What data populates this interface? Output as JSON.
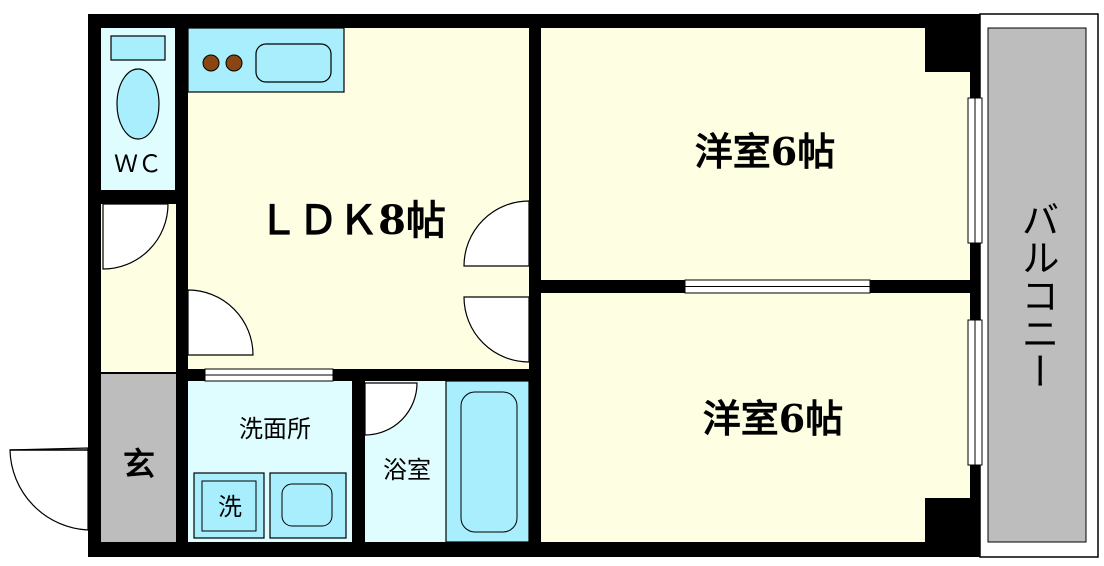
{
  "plan": {
    "rooms": {
      "wc": "ＷＣ",
      "ldk": "ＬＤＫ8帖",
      "bedroom_north": "洋室6帖",
      "bedroom_south": "洋室6帖",
      "washroom": "洗面所",
      "washer": "洗",
      "bath": "浴室",
      "entrance": "玄",
      "balcony": "バルコニー"
    },
    "colors": {
      "wall": "#000000",
      "living": "#fefee3",
      "wet_area": "#dffcfe",
      "fixture": "#a8eefc",
      "entrance": "#bdbdbd",
      "balcony": "#bdbdbd",
      "stove_burner": "#8b4513"
    }
  }
}
